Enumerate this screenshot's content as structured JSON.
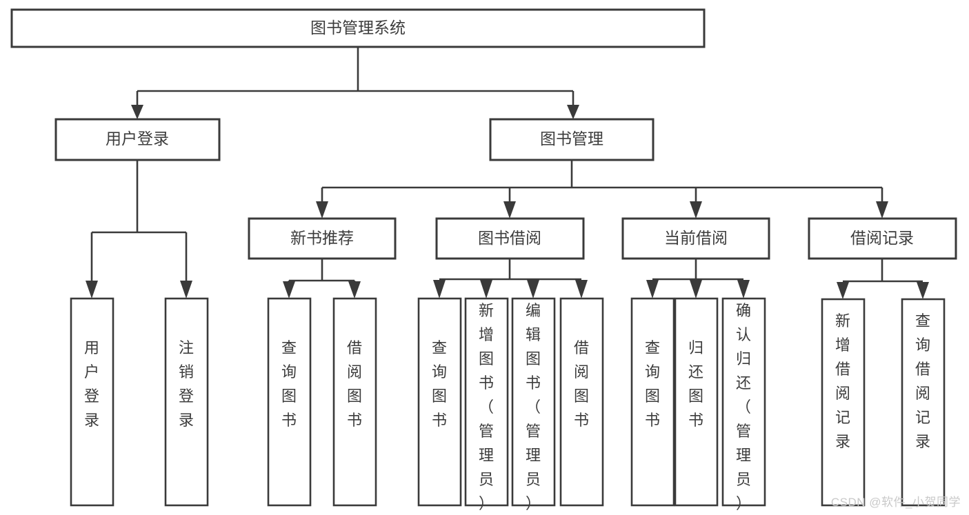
{
  "diagram": {
    "type": "tree",
    "title": "图书管理系统",
    "orientation": "top-down",
    "watermark": "CSDN @软件_小贺同学",
    "colors": {
      "box_stroke": "#3a3a3a",
      "box_fill": "#ffffff",
      "text": "#3c3c3c",
      "connector": "#3a3a3a",
      "background": "#ffffff",
      "watermark": "#c9c9c9"
    },
    "root": {
      "label": "图书管理系统"
    },
    "level2": [
      {
        "label": "用户登录"
      },
      {
        "label": "图书管理"
      }
    ],
    "level3": [
      {
        "label": "新书推荐"
      },
      {
        "label": "图书借阅"
      },
      {
        "label": "当前借阅"
      },
      {
        "label": "借阅记录"
      }
    ],
    "leaves": {
      "user_login": [
        "用户登录",
        "注销登录"
      ],
      "new_book_recommend": [
        "查询图书",
        "借阅图书"
      ],
      "book_borrow": [
        "查询图书",
        "新增图书（管理员）",
        "编辑图书（管理员）",
        "借阅图书"
      ],
      "current_borrow": [
        "查询图书",
        "归还图书",
        "确认归还（管理员）"
      ],
      "borrow_record": [
        "新增借阅记录",
        "查询借阅记录"
      ]
    }
  }
}
